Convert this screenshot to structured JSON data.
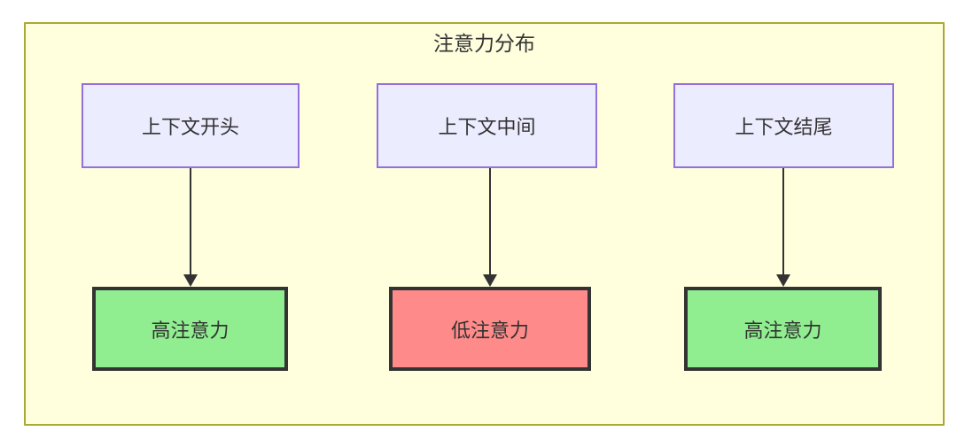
{
  "diagram": {
    "type": "flowchart",
    "title": "注意力分布",
    "top_nodes": [
      {
        "id": "src-0",
        "label": "上下文开头"
      },
      {
        "id": "src-1",
        "label": "上下文中间"
      },
      {
        "id": "src-2",
        "label": "上下文结尾"
      }
    ],
    "bottom_nodes": [
      {
        "id": "res-0",
        "label": "高注意力",
        "level": "high"
      },
      {
        "id": "res-1",
        "label": "低注意力",
        "level": "low"
      },
      {
        "id": "res-2",
        "label": "高注意力",
        "level": "high"
      }
    ],
    "edges": [
      {
        "from": "上下文开头",
        "to": "高注意力"
      },
      {
        "from": "上下文中间",
        "to": "低注意力"
      },
      {
        "from": "上下文结尾",
        "to": "高注意力"
      }
    ],
    "colors": {
      "container_bg": "#ffffde",
      "container_border": "#aaaa33",
      "node_bg": "#ececff",
      "node_border": "#9370db",
      "high_bg": "#90ee90",
      "low_bg": "#ff8a8a",
      "result_border": "#333333",
      "arrow": "#333333",
      "text": "#333333"
    }
  }
}
